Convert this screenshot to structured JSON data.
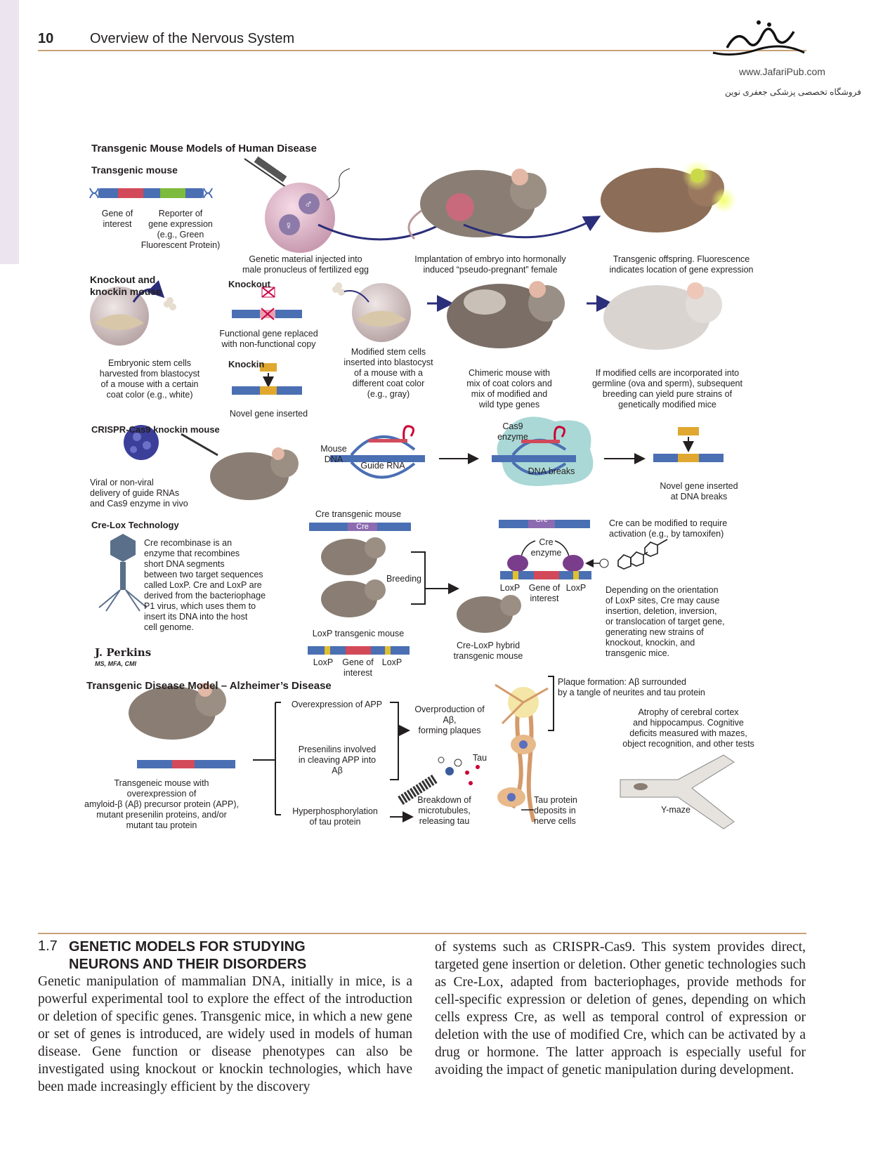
{
  "header": {
    "page_number": "10",
    "running_title": "Overview of the Nervous System",
    "publisher_url": "www.JafariPub.com",
    "publisher_name_fa": "فروشگاه تخصصی پزشکی جعفری نوین"
  },
  "figure": {
    "main_title": "Transgenic Mouse Models of Human Disease",
    "transgenic": {
      "title": "Transgenic mouse",
      "gene_label": "Gene of\ninterest",
      "reporter_label": "Reporter of\ngene expression\n(e.g., Green\nFluorescent Protein)",
      "step1": "Genetic material injected into\nmale pronucleus of fertilized egg",
      "step2": "Implantation of embryo into hormonally\ninduced “pseudo-pregnant” female",
      "step3": "Transgenic offspring. Fluorescence\nindicates location of gene expression"
    },
    "knockout": {
      "title": "Knockout and\nknockin mouse",
      "stem_cells": "Embryonic stem cells\nharvested from blastocyst\nof a mouse with a certain\ncoat color (e.g., white)",
      "knockout_label": "Knockout",
      "knockout_desc": "Functional gene replaced\nwith non-functional copy",
      "knockin_label": "Knockin",
      "knockin_desc": "Novel gene inserted",
      "modified": "Modified stem cells\ninserted into blastocyst\nof a mouse with a\ndifferent coat color\n(e.g., gray)",
      "chimeric": "Chimeric mouse with\nmix of coat colors and\nmix of modified and\nwild type genes",
      "germline": "If modified cells are incorporated into\ngermline (ova and sperm), subsequent\nbreeding can yield pure strains of\ngenetically modified mice"
    },
    "crispr": {
      "title": "CRISPR-Cas9 knockin mouse",
      "delivery": "Viral or non-viral\ndelivery of guide RNAs\nand Cas9 enzyme in vivo",
      "mouse_dna": "Mouse\nDNA",
      "guide_rna": "Guide RNA",
      "cas9": "Cas9\nenzyme",
      "dna_breaks": "DNA breaks",
      "novel_gene": "Novel gene inserted\nat DNA breaks"
    },
    "crelox": {
      "title": "Cre-Lox Technology",
      "desc": "Cre recombinase is an\nenzyme that recombines\nshort DNA segments\nbetween two target sequences\ncalled LoxP. Cre and LoxP are\nderived from the bacteriophage\nP1 virus, which uses them to\ninsert its DNA into the host\ncell genome.",
      "cre_mouse": "Cre transgenic mouse",
      "cre": "Cre",
      "breeding": "Breeding",
      "loxp_mouse": "LoxP transgenic mouse",
      "loxp": "LoxP",
      "gene_of_interest": "Gene of\ninterest",
      "hybrid": "Cre-LoxP hybrid\ntransgenic mouse",
      "cre_enzyme": "Cre\nenzyme",
      "modified_activation": "Cre can be modified to require\nactivation (e.g., by tamoxifen)",
      "orientation": "Depending on the orientation\nof LoxP sites, Cre may cause\ninsertion, deletion, inversion,\nor translocation of target gene,\ngenerating new strains of\nknockout, knockin, and\ntransgenic mice.",
      "plus": "+",
      "signature": "J. Perkins",
      "credentials": "MS, MFA, CMI"
    },
    "alzheimers": {
      "title": "Transgenic Disease Model – Alzheimer’s Disease",
      "mouse_desc": "Transgeneic mouse with\noverexpression of\namyloid-β (Aβ) precursor protein (APP),\nmutant presenilin proteins, and/or\nmutant tau protein",
      "overexpression": "Overexpression of APP",
      "presenilins": "Presenilins involved\nin cleaving APP into\nAβ",
      "hyperphos": "Hyperphosphorylation\nof tau protein",
      "overproduction": "Overproduction of\nAβ,\nforming plaques",
      "tau": "Tau",
      "breakdown": "Breakdown of\nmicrotubules,\nreleasing tau",
      "tau_deposits": "Tau protein\ndeposits in\nnerve cells",
      "plaque": "Plaque formation: Aβ surrounded\nby a tangle of neurites and tau protein",
      "atrophy": "Atrophy of cerebral cortex\nand hippocampus. Cognitive\ndeficits measured with mazes,\nobject recognition, and other tests",
      "ymaze": "Y-maze"
    }
  },
  "section": {
    "number": "1.7",
    "title": "GENETIC MODELS FOR STUDYING NEURONS AND THEIR DISORDERS",
    "left_text": "Genetic manipulation of mammalian DNA, initially in mice, is a powerful experimental tool to explore the effect of the introduction or deletion of specific genes. Transgenic mice, in which a new gene or set of genes is introduced, are widely used in models of human disease. Gene function or disease phenotypes can also be investigated using knockout or knockin technologies, which have been made increasingly efficient by the discovery",
    "right_text": "of systems such as CRISPR-Cas9. This system provides direct, targeted gene insertion or deletion. Other genetic technologies such as Cre-Lox, adapted from bacteriophages, provide methods for cell-specific expression or deletion of genes, depending on which cells express Cre, as well as temporal control of expression or deletion with the use of modified Cre, which can be activated by a drug or hormone. The latter approach is especially useful for avoiding the impact of genetic manipulation during development."
  },
  "colors": {
    "rule": "#c8a27a",
    "dna_blue": "#4a6fb3",
    "gene_red": "#d24a5a",
    "reporter_green": "#7dbb3c",
    "gene_gold": "#e0a830",
    "arrow_navy": "#2b2e7a",
    "mouse_gray": "#8a7e74",
    "cas9_teal": "#a9d8d6",
    "cre_purple": "#7a3d8c"
  }
}
